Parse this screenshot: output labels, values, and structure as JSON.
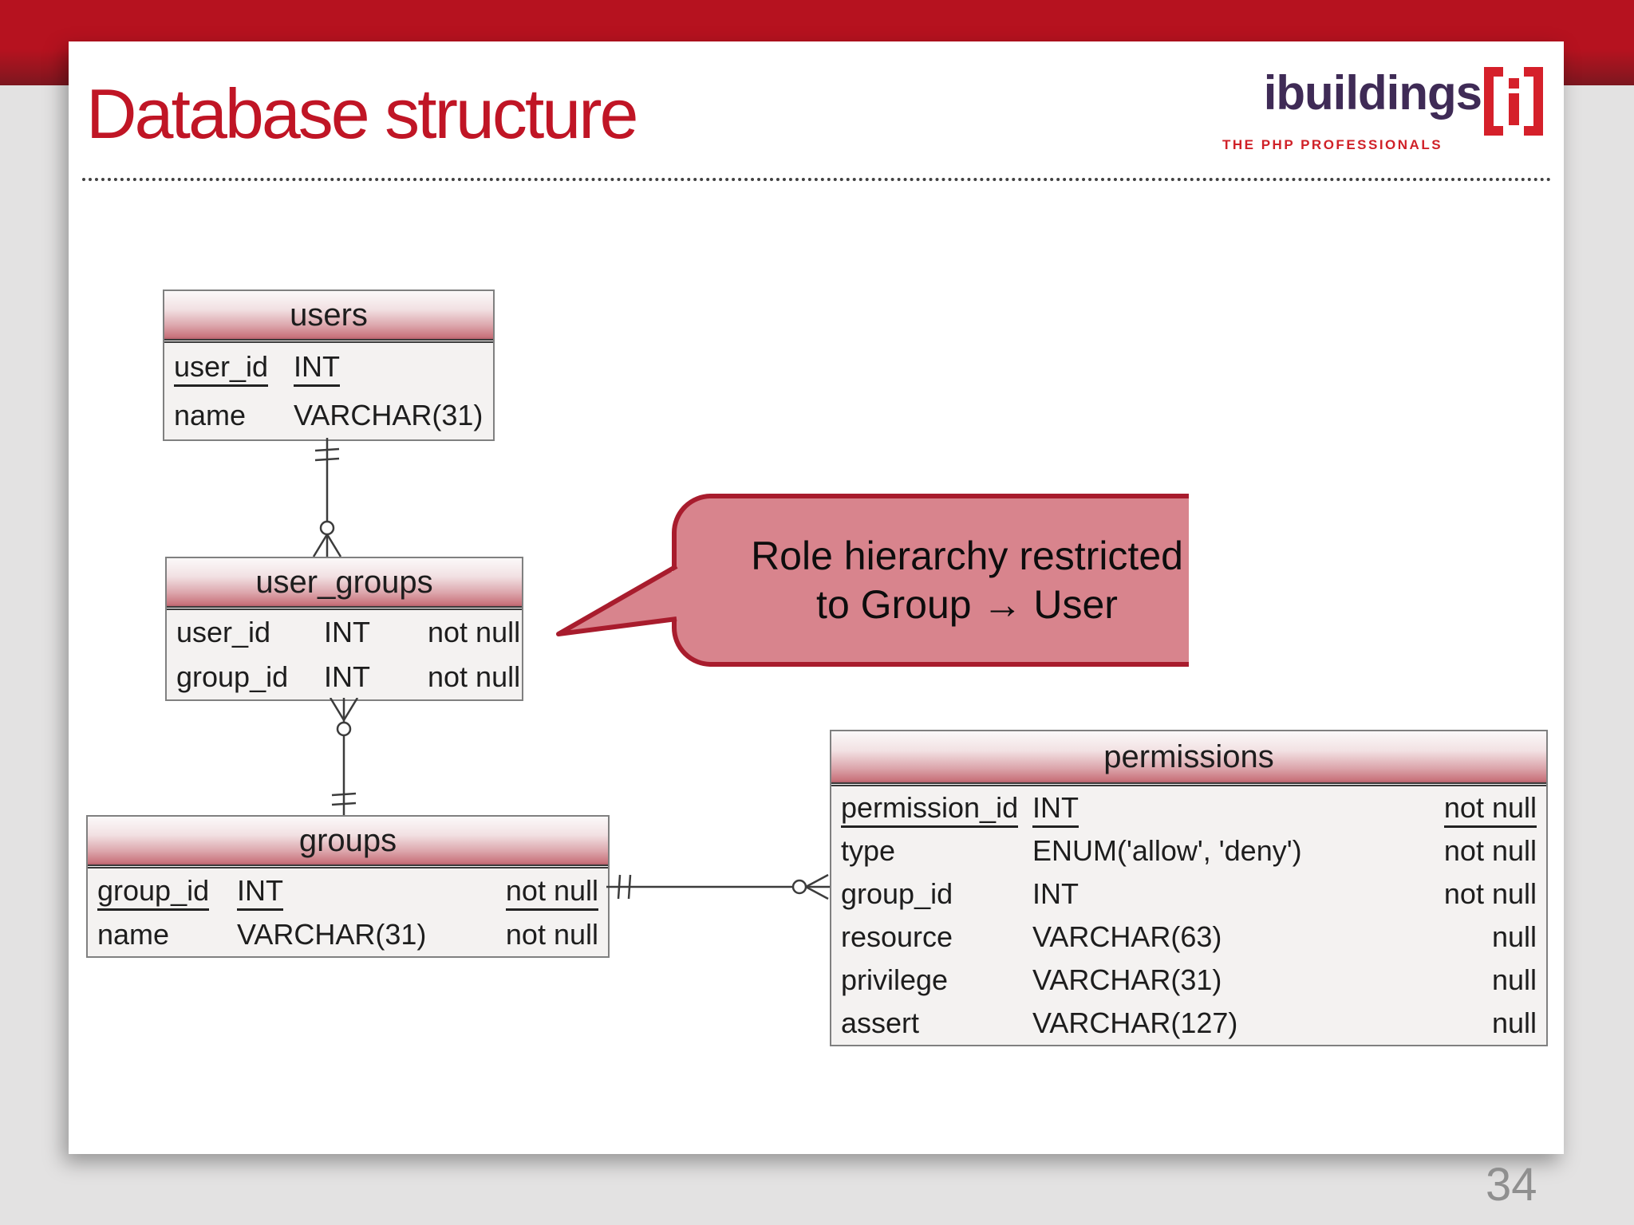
{
  "slide": {
    "title": "Database structure",
    "page_number": "34"
  },
  "logo": {
    "wordmark": "ibuildings",
    "tagline": "THE PHP PROFESSIONALS",
    "mark": "bracket-i-icon",
    "colors": {
      "wordmark_purple": "#3f2b56",
      "brand_red": "#d5202a"
    }
  },
  "callout": {
    "text": "Role hierarchy restricted to Group → User",
    "line1": "Role hierarchy restricted",
    "line2": "to Group → User",
    "fill": "#d8848d",
    "border": "#a81c2d"
  },
  "diagram": {
    "tables": [
      {
        "name": "users",
        "columns": [
          {
            "name": "user_id",
            "type": "INT",
            "attr": "",
            "pk": true
          },
          {
            "name": "name",
            "type": "VARCHAR(31)",
            "attr": "",
            "pk": false
          }
        ]
      },
      {
        "name": "user_groups",
        "columns": [
          {
            "name": "user_id",
            "type": "INT",
            "attr": "not null",
            "pk": false
          },
          {
            "name": "group_id",
            "type": "INT",
            "attr": "not null",
            "pk": false
          }
        ]
      },
      {
        "name": "groups",
        "columns": [
          {
            "name": "group_id",
            "type": "INT",
            "attr": "not null",
            "pk": true
          },
          {
            "name": "name",
            "type": "VARCHAR(31)",
            "attr": "not null",
            "pk": false
          }
        ]
      },
      {
        "name": "permissions",
        "columns": [
          {
            "name": "permission_id",
            "type": "INT",
            "attr": "not null",
            "pk": true
          },
          {
            "name": "type",
            "type": "ENUM('allow', 'deny')",
            "attr": "not null",
            "pk": false
          },
          {
            "name": "group_id",
            "type": "INT",
            "attr": "not null",
            "pk": false
          },
          {
            "name": "resource",
            "type": "VARCHAR(63)",
            "attr": "null",
            "pk": false
          },
          {
            "name": "privilege",
            "type": "VARCHAR(31)",
            "attr": "null",
            "pk": false
          },
          {
            "name": "assert",
            "type": "VARCHAR(127)",
            "attr": "null",
            "pk": false
          }
        ]
      }
    ],
    "relationships": [
      {
        "from": "users",
        "to": "user_groups",
        "from_cardinality": "one",
        "to_cardinality": "zero-or-many"
      },
      {
        "from": "groups",
        "to": "user_groups",
        "from_cardinality": "one",
        "to_cardinality": "zero-or-many"
      },
      {
        "from": "groups",
        "to": "permissions",
        "from_cardinality": "one",
        "to_cardinality": "zero-or-many"
      }
    ]
  }
}
